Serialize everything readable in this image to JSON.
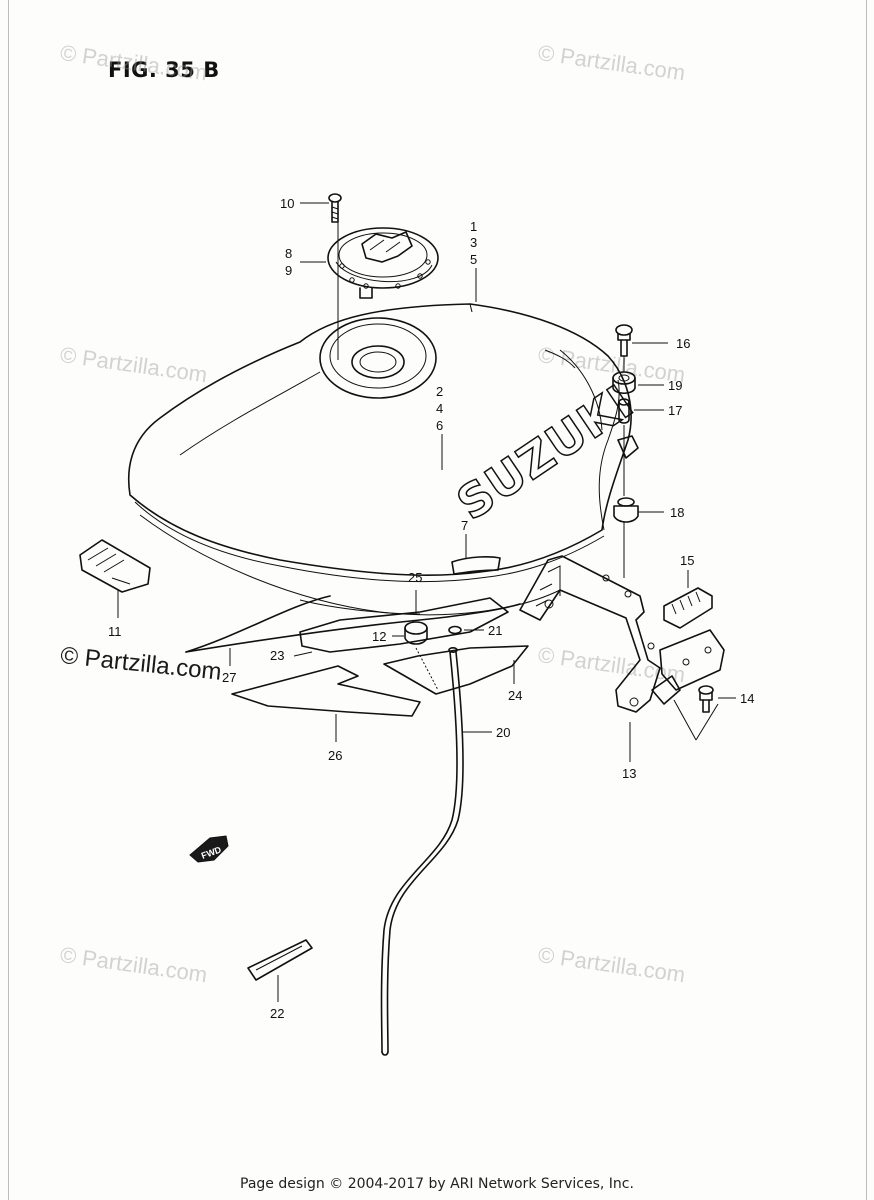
{
  "figure": {
    "title": "FIG. 35 B"
  },
  "watermark": {
    "text": "© Partzilla.com",
    "dark_text": "© Partzilla.com"
  },
  "footer": {
    "text": "Page design © 2004-2017 by ARI Network Services, Inc."
  },
  "tank_branding": {
    "text": "SUZUKI"
  },
  "fwd_marker": {
    "text": "FWD"
  },
  "callouts": [
    {
      "id": "c1",
      "text": "1"
    },
    {
      "id": "c3",
      "text": "3"
    },
    {
      "id": "c5",
      "text": "5"
    },
    {
      "id": "c2",
      "text": "2"
    },
    {
      "id": "c4",
      "text": "4"
    },
    {
      "id": "c6",
      "text": "6"
    },
    {
      "id": "c7",
      "text": "7"
    },
    {
      "id": "c8",
      "text": "8"
    },
    {
      "id": "c9",
      "text": "9"
    },
    {
      "id": "c10",
      "text": "10"
    },
    {
      "id": "c11",
      "text": "11"
    },
    {
      "id": "c12",
      "text": "12"
    },
    {
      "id": "c13",
      "text": "13"
    },
    {
      "id": "c14",
      "text": "14"
    },
    {
      "id": "c15",
      "text": "15"
    },
    {
      "id": "c16",
      "text": "16"
    },
    {
      "id": "c17",
      "text": "17"
    },
    {
      "id": "c18",
      "text": "18"
    },
    {
      "id": "c19",
      "text": "19"
    },
    {
      "id": "c20",
      "text": "20"
    },
    {
      "id": "c21",
      "text": "21"
    },
    {
      "id": "c22",
      "text": "22"
    },
    {
      "id": "c23",
      "text": "23"
    },
    {
      "id": "c24",
      "text": "24"
    },
    {
      "id": "c25",
      "text": "25"
    },
    {
      "id": "c26",
      "text": "26"
    },
    {
      "id": "c27",
      "text": "27"
    }
  ]
}
